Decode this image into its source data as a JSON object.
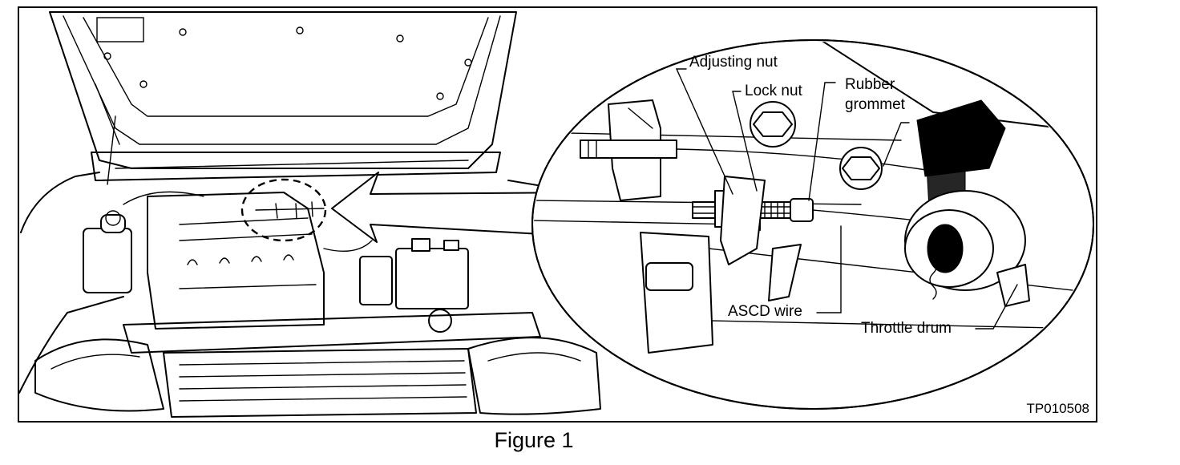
{
  "figure": {
    "caption": "Figure 1",
    "code": "TP010508"
  },
  "callouts": {
    "adjusting_nut": "Adjusting nut",
    "lock_nut": "Lock nut",
    "rubber_grommet_line1": "Rubber",
    "rubber_grommet_line2": "grommet",
    "ascd_wire": "ASCD wire",
    "throttle_drum": "Throttle drum"
  }
}
